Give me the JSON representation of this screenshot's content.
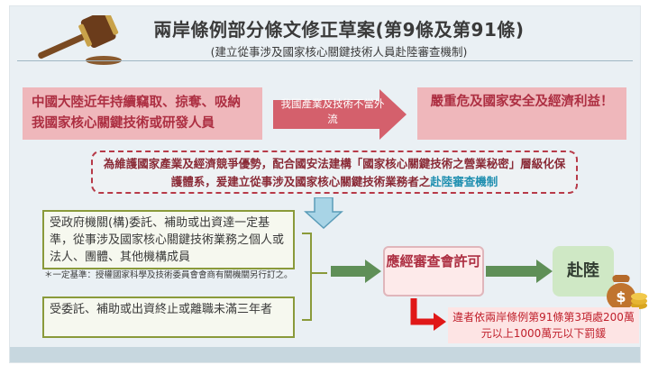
{
  "header": {
    "title": "兩岸條例部分條文修正草案(第9條及第91條)",
    "subtitle": "(建立從事涉及國家核心關鍵技術人員赴陸審查機制)"
  },
  "top_row": {
    "left_box": "中國大陸近年持續竊取、掠奪、吸納我國家核心關鍵技術或研發人員",
    "arrow_label": "我國產業及技術不當外流",
    "right_box": "嚴重危及國家安全及經濟利益！"
  },
  "policy": {
    "text_main": "為維護國家產業及經濟競爭優勢，配合國安法建構「國家核心關鍵技術之營業秘密」層級化保護體系，爰建立從事涉及國家核心關鍵技術業務者之",
    "text_emphasis": "赴陸審查機制"
  },
  "subjects": {
    "box1": "受政府機關(構)委託、補助或出資達一定基準，從事涉及國家核心關鍵技術業務之個人或法人、團體、其他機構成員",
    "note": "＊一定基準：授權國家科學及技術委員會會商有關機關另行訂之。",
    "box2": "受委託、補助或出資終止或離職未滿三年者"
  },
  "flow": {
    "review_label": "應經審查會許可",
    "exit_label": "赴陸",
    "penalty": "違者依兩岸條例第91條第3項處200萬元以上1000萬元以下罰鍰"
  },
  "colors": {
    "accent_red": "#ad2f42",
    "pink_fill": "#efb7bb",
    "arrow_red": "#d4606c",
    "olive_border": "#8a9a3a",
    "arrow_green": "#5f8f57",
    "emphasis_blue": "#1f8fb0"
  },
  "icons": [
    "gavel-icon",
    "money-bag-icon",
    "coin-stack-icon"
  ]
}
